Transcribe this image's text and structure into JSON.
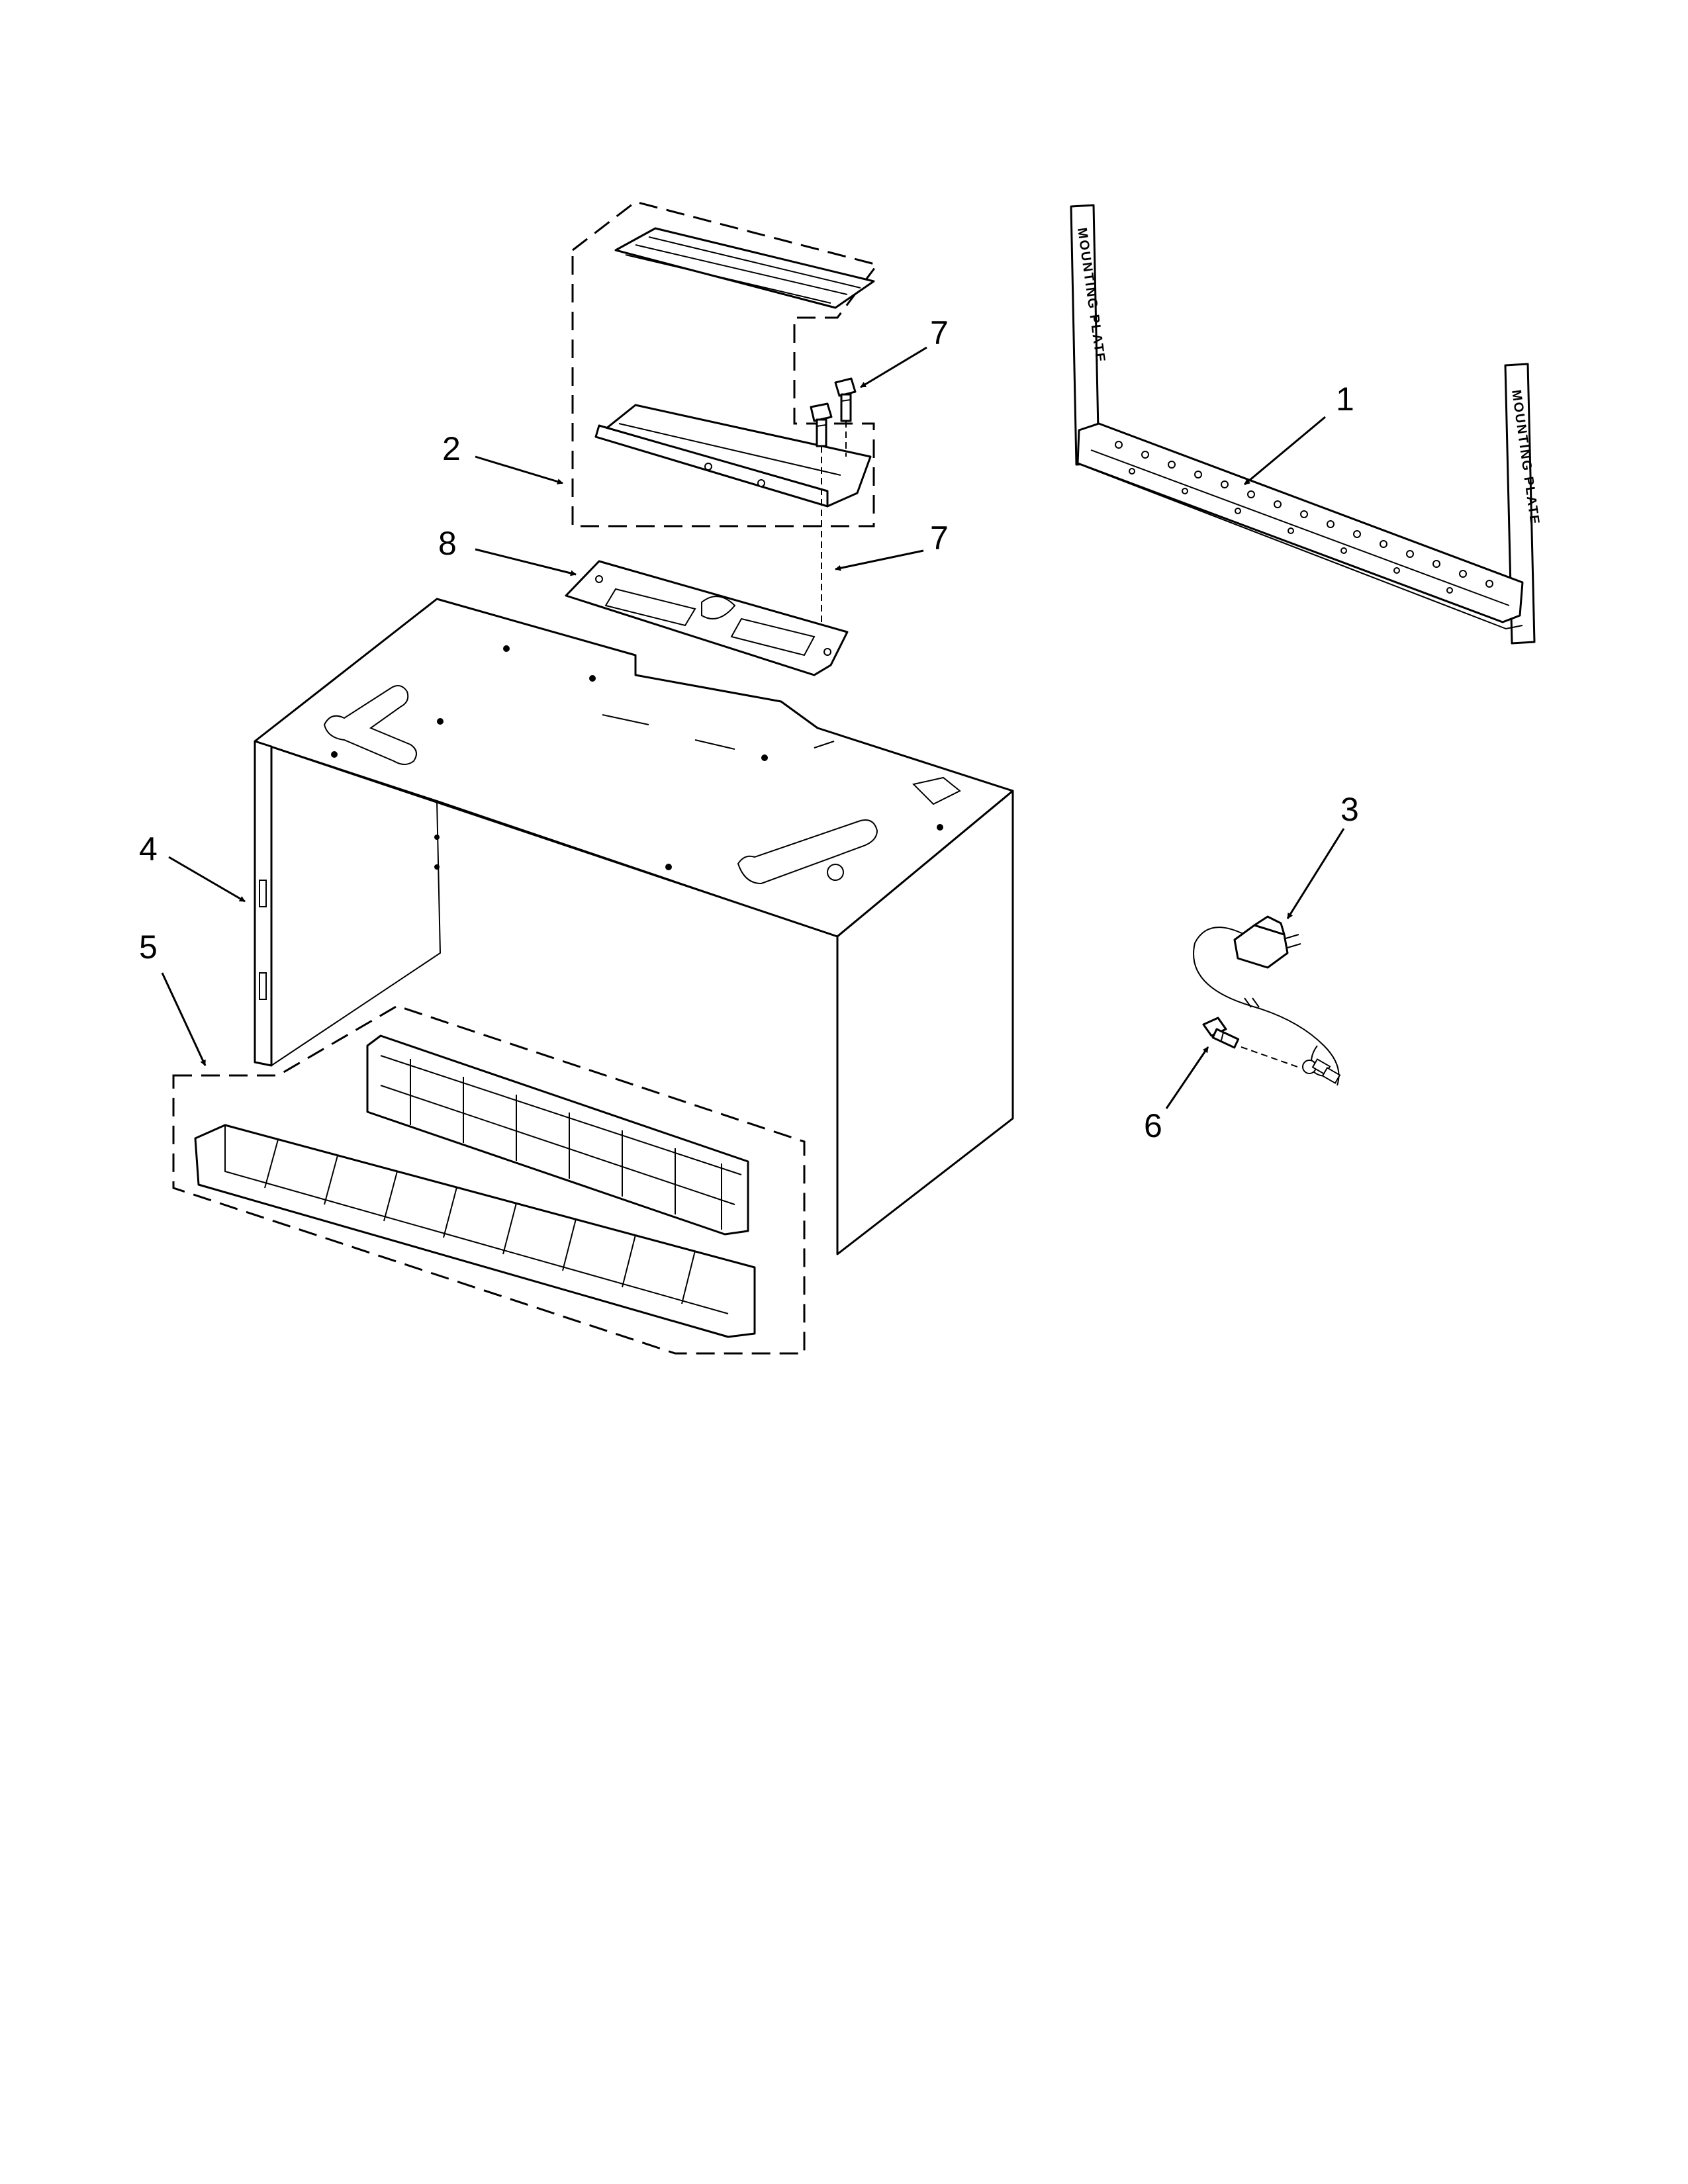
{
  "callouts": {
    "c1": "1",
    "c2": "2",
    "c3": "3",
    "c4": "4",
    "c5": "5",
    "c6": "6",
    "c7a": "7",
    "c7b": "7",
    "c8": "8"
  },
  "mounting_plate": {
    "left_label": "MOUNTING PLATE",
    "right_label": "MOUNTING PLATE"
  }
}
